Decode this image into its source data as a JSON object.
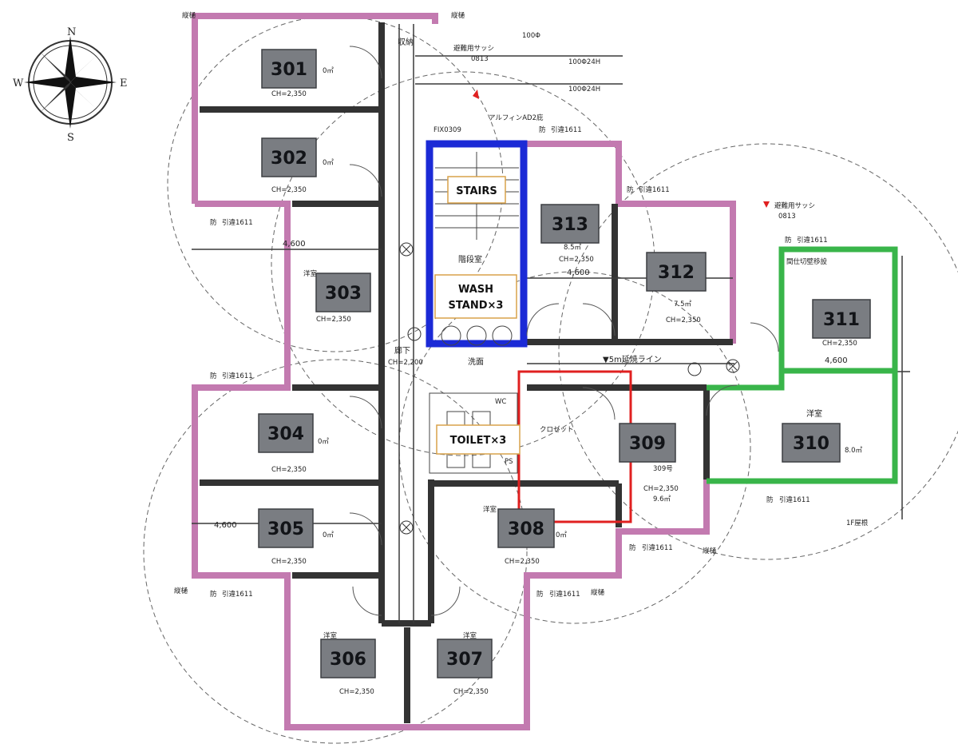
{
  "compass": {
    "n": "N",
    "s": "S",
    "e": "E",
    "w": "W"
  },
  "rooms": [
    {
      "id": "301",
      "label": "301",
      "area": "0㎡",
      "ch": "CH=2,350"
    },
    {
      "id": "302",
      "label": "302",
      "area": "0㎡",
      "ch": "CH=2,350"
    },
    {
      "id": "303",
      "label": "303",
      "type": "洋室",
      "ch": "CH=2,350"
    },
    {
      "id": "304",
      "label": "304",
      "area": "0㎡",
      "ch": "CH=2,350"
    },
    {
      "id": "305",
      "label": "305",
      "area": "0㎡",
      "ch": "CH=2,350"
    },
    {
      "id": "306",
      "label": "306",
      "type": "洋室",
      "ch": "CH=2,350"
    },
    {
      "id": "307",
      "label": "307",
      "type": "洋室",
      "ch": "CH=2,350"
    },
    {
      "id": "308",
      "label": "308",
      "type": "洋室",
      "area": "0㎡",
      "ch": "CH=2,350"
    },
    {
      "id": "309",
      "label": "309",
      "sub": "309号",
      "area": "9.6㎡",
      "ch": "CH=2,350"
    },
    {
      "id": "310",
      "label": "310",
      "type": "洋室",
      "area": "8.0㎡"
    },
    {
      "id": "311",
      "label": "311",
      "ch": "CH=2,350"
    },
    {
      "id": "312",
      "label": "312",
      "area": "7.5㎡",
      "ch": "CH=2,350"
    },
    {
      "id": "313",
      "label": "313",
      "area": "8.5㎡",
      "ch": "CH=2,350"
    }
  ],
  "notes": {
    "stairs": "STAIRS",
    "wash_line1": "WASH",
    "wash_line2": "STAND×3",
    "toilet": "TOILET×3"
  },
  "plan_text": {
    "storage": "収納",
    "stair_room": "階段室",
    "corridor": "廊下",
    "corridor_ch": "CH=2,200",
    "washroom": "洗面",
    "fire_line": "▼5m延焼ライン",
    "dim_4600": "4,600",
    "pipe_100": "100Φ",
    "pipe_100_24h": "100Φ24H",
    "escape_sash": "避難用サッシ",
    "escape_code": "0813",
    "fire_seal": "防",
    "pull_door": "引違1611",
    "downpipe": "縦樋",
    "fix_window": "FIX0309",
    "partition": "間仕切壁移設",
    "roof_1f": "1F屋根",
    "ps": "PS",
    "wc": "WC",
    "closet": "クロゼット",
    "alfin": "アルフィンAD2庇"
  },
  "colors": {
    "wall_pink": "#c37ab0",
    "stairs_blue": "#1b2ad6",
    "room311_green": "#39b54a",
    "room309_red": "#e02020",
    "label_grey": "#7a7d82"
  }
}
